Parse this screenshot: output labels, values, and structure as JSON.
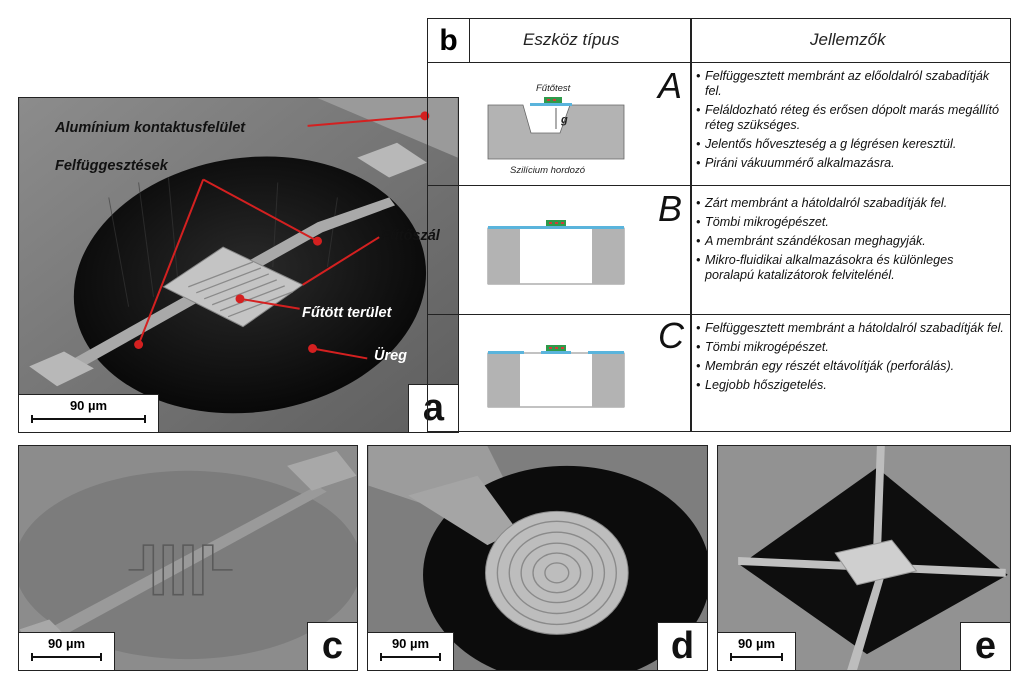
{
  "panel_a": {
    "letter": "a",
    "scale": "90 µm",
    "labels": {
      "contact": "Alumínium kontaktusfelület",
      "suspensions": "Felfüggesztések",
      "filament": "Fűtőszál",
      "heated_area": "Fűtött terület",
      "cavity": "Üreg"
    }
  },
  "panel_b": {
    "letter": "b",
    "header_type": "Eszköz típus",
    "header_features": "Jellemzők",
    "rows": [
      {
        "letter": "A",
        "diagram_labels": {
          "heater": "Fűtőtest",
          "gap": "g",
          "substrate": "Szilícium hordozó"
        },
        "features": [
          "Felfüggesztett membránt az előoldalról szabadítják fel.",
          "Feláldozható réteg és erősen dópolt marás megállító réteg szükséges.",
          "Jelentős hőveszteség a g légrésen keresztül.",
          "Piráni vákuummérő alkalmazásra."
        ]
      },
      {
        "letter": "B",
        "features": [
          "Zárt membránt a hátoldalról szabadítják fel.",
          "Tömbi mikrogépészet.",
          "A membránt szándékosan meghagyják.",
          "Mikro-fluidikai alkalmazásokra és különleges poralapú katalizátorok felvitelénél."
        ]
      },
      {
        "letter": "C",
        "features": [
          "Felfüggesztett membránt a hátoldalról szabadítják fel.",
          "Tömbi mikrogépészet.",
          "Membrán egy részét eltávolítják (perforálás).",
          "Legjobb hőszigetelés."
        ]
      }
    ]
  },
  "panel_c": {
    "letter": "c",
    "scale": "90 µm"
  },
  "panel_d": {
    "letter": "d",
    "scale": "90 µm"
  },
  "panel_e": {
    "letter": "e",
    "scale": "90 µm"
  },
  "colors": {
    "membrane": "#5ab4dc",
    "heater_green": "#2e9a4a",
    "heater_red": "#d23a3a",
    "substrate": "#b3b3b3",
    "marker": "#d42020"
  }
}
